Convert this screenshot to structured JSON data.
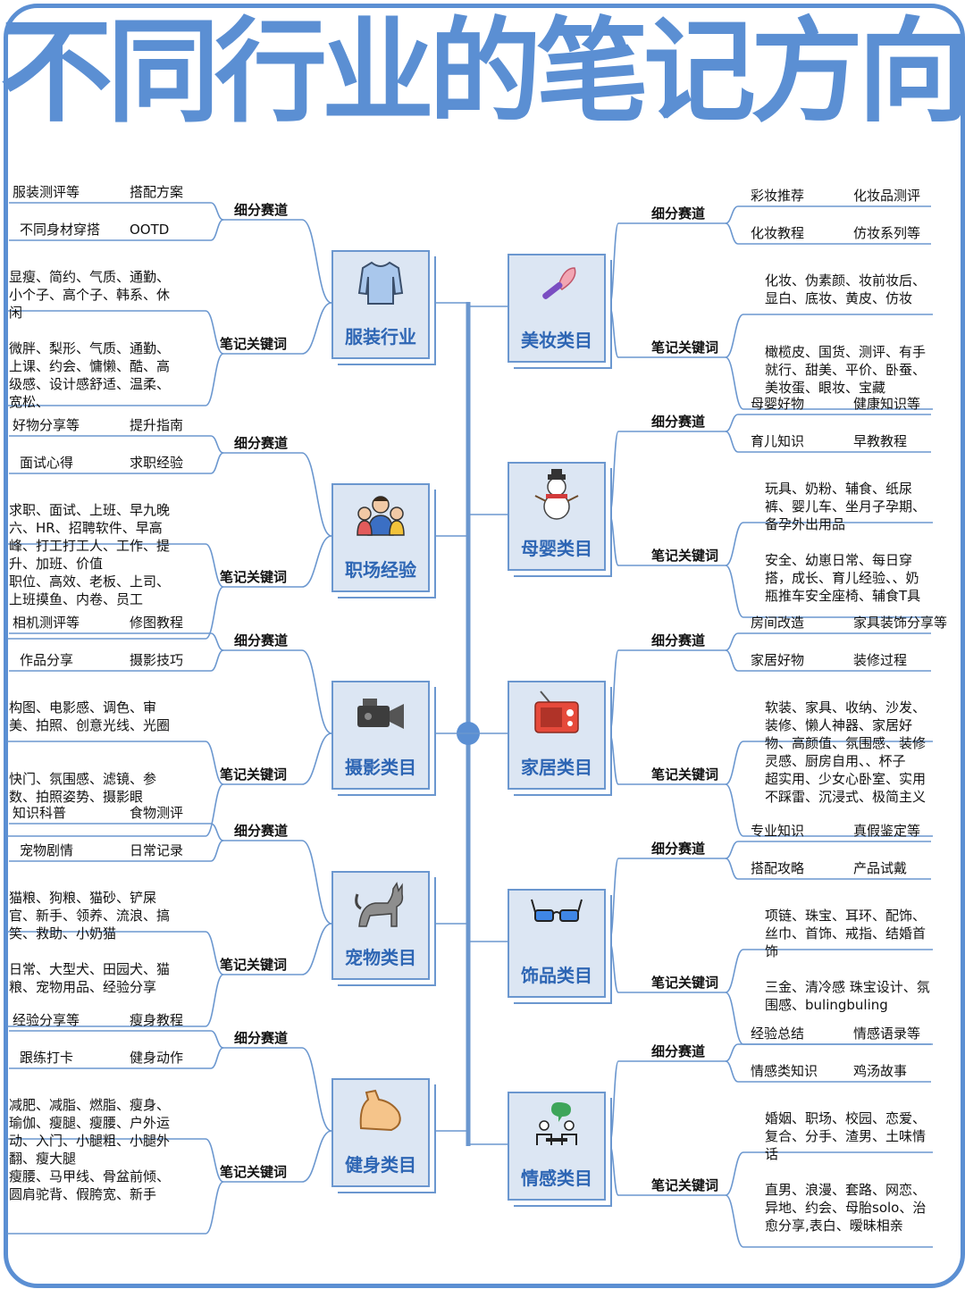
{
  "title": "不同行业的笔记方向",
  "colors": {
    "accent": "#5b8fd3",
    "hub_fill": "#dce6f3",
    "line": "#6b97cf"
  },
  "labels": {
    "track": "细分赛道",
    "keywords": "笔记关键词"
  },
  "left": [
    {
      "name": "服装行业",
      "icon": "shirt-icon",
      "tracks": [
        "服装测评等",
        "搭配方案",
        "不同身材穿搭",
        "OOTD"
      ],
      "kw1": "显瘦、简约、气质、通勤、小个子、高个子、韩系、休闲",
      "kw2": "微胖、梨形、气质、通勤、上课、约会、慵懒、酷、高级感、设计感舒适、温柔、宽松、"
    },
    {
      "name": "职场经验",
      "icon": "people-icon",
      "tracks": [
        "好物分享等",
        "提升指南",
        "面试心得",
        "求职经验"
      ],
      "kw1": "求职、面试、上班、早九晚六、HR、招聘软件、早高峰、打工打工人、工作、提升、加班、价值",
      "kw2": "职位、高效、老板、上司、上班摸鱼、内卷、员工"
    },
    {
      "name": "摄影类目",
      "icon": "camera-icon",
      "tracks": [
        "相机测评等",
        "修图教程",
        "作品分享",
        "摄影技巧"
      ],
      "kw1": "构图、电影感、调色、审美、拍照、创意光线、光圈",
      "kw2": "快门、氛围感、滤镜、参数、拍照姿势、摄影眼"
    },
    {
      "name": "宠物类目",
      "icon": "cat-icon",
      "tracks": [
        "知识科普",
        "食物测评",
        "宠物剧情",
        "日常记录"
      ],
      "kw1": "猫粮、狗粮、猫砂、铲屎官、新手、领养、流浪、搞笑、救助、小奶猫",
      "kw2": "日常、大型犬、田园犬、猫粮、宠物用品、经验分享"
    },
    {
      "name": "健身类目",
      "icon": "muscle-icon",
      "tracks": [
        "经验分享等",
        "瘦身教程",
        "跟练打卡",
        "健身动作"
      ],
      "kw1": "减肥、减脂、燃脂、瘦身、瑜伽、瘦腿、瘦腰、户外运动、入门、小腿粗、小腿外翻、瘦大腿",
      "kw2": "瘦腰、马甲线、骨盆前倾、圆肩驼背、假胯宽、新手"
    }
  ],
  "right": [
    {
      "name": "美妆类目",
      "icon": "makeup-brush-icon",
      "tracks": [
        "彩妆推荐",
        "化妆品测评",
        "化妆教程",
        "仿妆系列等"
      ],
      "kw1": "化妆、伪素颜、妆前妆后、显白、底妆、黄皮、仿妆",
      "kw2": "橄榄皮、国货、测评、有手就行、甜美、平价、卧蚕、美妆蛋、眼妆、宝藏"
    },
    {
      "name": "母婴类目",
      "icon": "snowman-icon",
      "tracks": [
        "母婴好物",
        "健康知识等",
        "育儿知识",
        "早教教程"
      ],
      "kw1": "玩具、奶粉、辅食、纸尿裤、婴儿车、坐月子孕期、备孕外出用品",
      "kw2": "安全、幼崽日常、每日穿搭，成长、育儿经验、、奶瓶推车安全座椅、辅食T具"
    },
    {
      "name": "家居类目",
      "icon": "radio-icon",
      "tracks": [
        "房间改造",
        "家具装饰分享等",
        "家居好物",
        "装修过程"
      ],
      "kw1": "软装、家具、收纳、沙发、装修、懒人神器、家居好物、高颜值、氛围感、装修灵感、厨房自用、、杯子",
      "kw2": "超实用、少女心卧室、实用不踩雷、沉浸式、极简主义"
    },
    {
      "name": "饰品类目",
      "icon": "glasses-icon",
      "tracks": [
        "专业知识",
        "真假鉴定等",
        "搭配攻略",
        "产品试戴"
      ],
      "kw1": "项链、珠宝、耳环、配饰、丝巾、首饰、戒指、结婚首饰",
      "kw2": "三金、清冷感 珠宝设计、氛围感、bulingbuling"
    },
    {
      "name": "情感类目",
      "icon": "chat-icon",
      "tracks": [
        "经验总结",
        "情感语录等",
        "情感类知识",
        "鸡汤故事"
      ],
      "kw1": "婚姻、职场、校园、恋爱、复合、分手、渣男、土味情话",
      "kw2": "直男、浪漫、套路、网恋、异地、约会、母胎solo、治愈分享,表白、暧昧相亲"
    }
  ]
}
